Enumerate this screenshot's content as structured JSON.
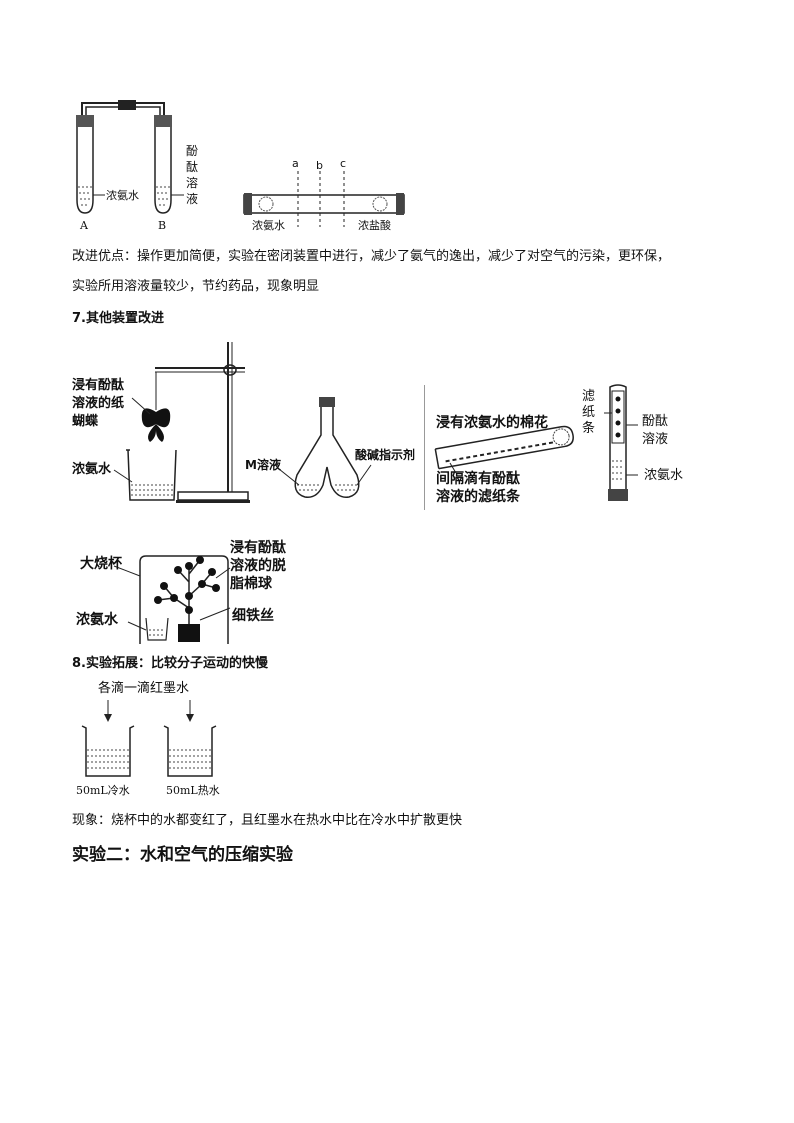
{
  "fig1": {
    "label_ammonia": "浓氨水",
    "label_phenol": "酚酞溶液",
    "label_a": "A",
    "label_b": "B"
  },
  "fig2": {
    "label_a": "a",
    "label_b": "b",
    "label_c": "c",
    "label_ammonia": "浓氨水",
    "label_hcl": "浓盐酸"
  },
  "advantage": {
    "line1": "改进优点：操作更加简便，实验在密闭装置中进行，减少了氨气的逸出，减少了对空气的污染，更环保，",
    "line2": "实验所用溶液量较少，节约药品，现象明显"
  },
  "section7": {
    "title": "7.其他装置改进"
  },
  "fig3": {
    "label_butterfly": "浸有酚酞溶液的纸蝴蝶",
    "label_butterfly_l1": "浸有酚酞",
    "label_butterfly_l2": "溶液的纸",
    "label_butterfly_l3": "蝴蝶",
    "label_ammonia": "浓氨水"
  },
  "fig4": {
    "label_m": "M溶液",
    "label_indicator": "酸碱指示剂"
  },
  "fig5": {
    "label_cotton": "浸有浓氨水的棉花",
    "label_strip_l1": "间隔滴有酚酞",
    "label_strip_l2": "溶液的滤纸条"
  },
  "fig6": {
    "label_strip": "滤纸条",
    "label_phenol": "酚酞溶液",
    "label_ammonia": "浓氨水"
  },
  "fig7": {
    "label_beaker": "大烧杯",
    "label_balls_l1": "浸有酚酞",
    "label_balls_l2": "溶液的脱",
    "label_balls_l3": "脂棉球",
    "label_wire": "细铁丝",
    "label_ammonia": "浓氨水"
  },
  "section8": {
    "title": "8.实验拓展：比较分子运动的快慢"
  },
  "fig8": {
    "label_top": "各滴一滴红墨水",
    "label_cold": "50mL冷水",
    "label_hot": "50mL热水"
  },
  "phenomenon": "现象：烧杯中的水都变红了，且红墨水在热水中比在冷水中扩散更快",
  "heading2": "实验二：水和空气的压缩实验"
}
